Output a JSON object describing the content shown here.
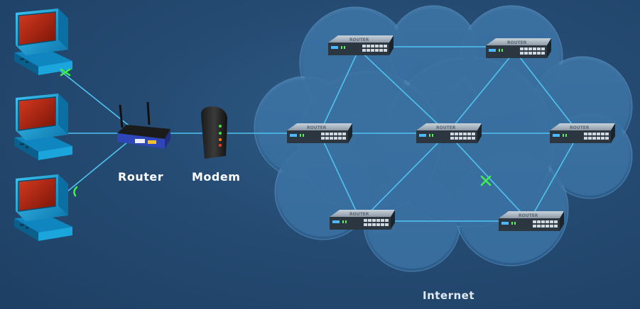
{
  "labels": {
    "router": "Router",
    "modem": "Modem",
    "internet": "Internet"
  },
  "internet_router_caption": "ROUTER",
  "colors": {
    "background": "#254b73",
    "link": "#4fc3ef",
    "cloud": "#3c73a3",
    "monitor_screen": "#b32616",
    "computer_body": "#19a6de",
    "router_body": "#2e46b8",
    "active_marker": "#3ef04a"
  },
  "nodes": {
    "computers": [
      "computer-1",
      "computer-2",
      "computer-3"
    ],
    "home_router": "router-icon",
    "modem": "modem-icon",
    "internet_routers": [
      "r1",
      "r2",
      "r3",
      "r4",
      "r5",
      "r6",
      "r7"
    ]
  },
  "links": [
    [
      "computer-1",
      "home-router"
    ],
    [
      "computer-2",
      "home-router"
    ],
    [
      "computer-3",
      "home-router"
    ],
    [
      "home-router",
      "modem"
    ],
    [
      "modem",
      "r3"
    ],
    [
      "r1",
      "r2"
    ],
    [
      "r1",
      "r3"
    ],
    [
      "r1",
      "r4"
    ],
    [
      "r2",
      "r4"
    ],
    [
      "r2",
      "r5"
    ],
    [
      "r3",
      "r4"
    ],
    [
      "r3",
      "r6"
    ],
    [
      "r4",
      "r5"
    ],
    [
      "r4",
      "r6"
    ],
    [
      "r4",
      "r7"
    ],
    [
      "r5",
      "r7"
    ],
    [
      "r6",
      "r7"
    ]
  ]
}
